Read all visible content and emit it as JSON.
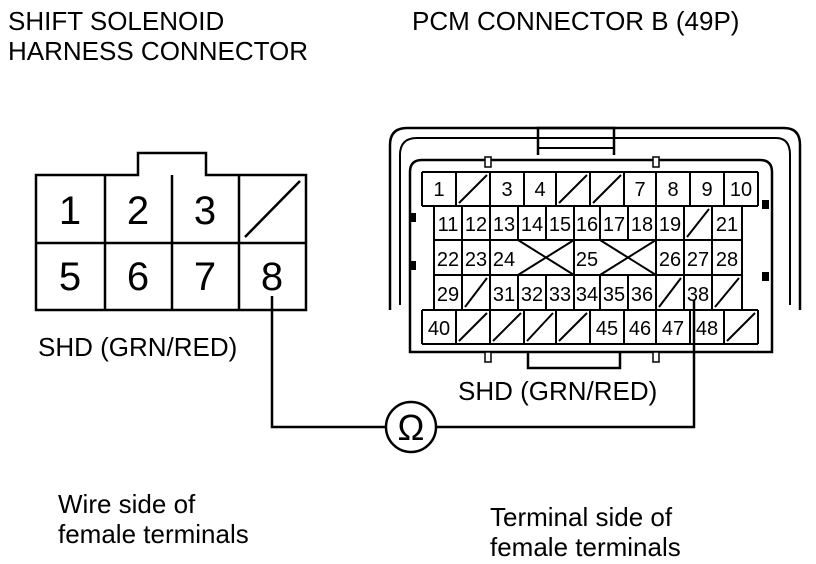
{
  "left_connector": {
    "title_line1": "SHIFT SOLENOID",
    "title_line2": "HARNESS CONNECTOR",
    "pins_row1": [
      "1",
      "2",
      "3",
      ""
    ],
    "pins_row2": [
      "5",
      "6",
      "7",
      "8"
    ],
    "wire_label": "SHD (GRN/RED)",
    "caption_line1": "Wire side of",
    "caption_line2": "female terminals"
  },
  "right_connector": {
    "title": "PCM CONNECTOR B (49P)",
    "row1": [
      "1",
      "",
      "3",
      "4",
      "",
      "",
      "7",
      "8",
      "9",
      "10"
    ],
    "row2": [
      "11",
      "12",
      "13",
      "14",
      "15",
      "16",
      "17",
      "18",
      "19",
      "",
      "21"
    ],
    "row3": [
      "22",
      "23",
      "24",
      "25",
      "26",
      "27",
      "28"
    ],
    "row4": [
      "29",
      "",
      "31",
      "32",
      "33",
      "34",
      "35",
      "36",
      "",
      "38",
      ""
    ],
    "row5": [
      "40",
      "",
      "",
      "",
      "",
      "45",
      "46",
      "47",
      "48",
      ""
    ],
    "wire_label": "SHD (GRN/RED)",
    "caption_line1": "Terminal side of",
    "caption_line2": "female terminals"
  },
  "meter": {
    "symbol": "Ω"
  }
}
